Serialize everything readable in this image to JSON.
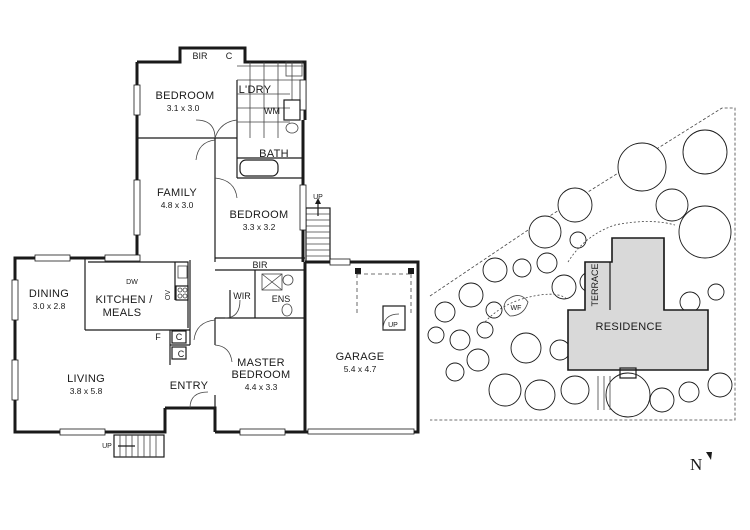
{
  "floor_plan": {
    "rooms": [
      {
        "id": "bedroom1",
        "name": "BEDROOM",
        "dims": "3.1 x 3.0"
      },
      {
        "id": "laundry",
        "name": "L'DRY",
        "dims": ""
      },
      {
        "id": "bath",
        "name": "BATH",
        "dims": ""
      },
      {
        "id": "family",
        "name": "FAMILY",
        "dims": "4.8 x 3.0"
      },
      {
        "id": "bedroom2",
        "name": "BEDROOM",
        "dims": "3.3 x 3.2"
      },
      {
        "id": "dining",
        "name": "DINING",
        "dims": "3.0 x 2.8"
      },
      {
        "id": "kitchen",
        "name": "KITCHEN /",
        "name2": "MEALS",
        "dims": ""
      },
      {
        "id": "living",
        "name": "LIVING",
        "dims": "3.8 x 5.8"
      },
      {
        "id": "entry",
        "name": "ENTRY",
        "dims": ""
      },
      {
        "id": "master",
        "name": "MASTER",
        "name2": "BEDROOM",
        "dims": "4.4 x 3.3"
      },
      {
        "id": "garage",
        "name": "GARAGE",
        "dims": "5.4 x 4.7"
      }
    ],
    "labels": {
      "bir_top": "BIR",
      "c_top": "C",
      "wm": "WM",
      "bir_mid": "BIR",
      "wir": "WIR",
      "ens": "ENS",
      "dw": "DW",
      "ov": "OV",
      "f": "F",
      "c1": "C",
      "c2": "C",
      "up_stair": "UP",
      "up_garage": "UP",
      "up_entry": "UP"
    }
  },
  "site_plan": {
    "residence": "RESIDENCE",
    "terrace": "TERRACE",
    "wf": "WF",
    "north": "N"
  }
}
